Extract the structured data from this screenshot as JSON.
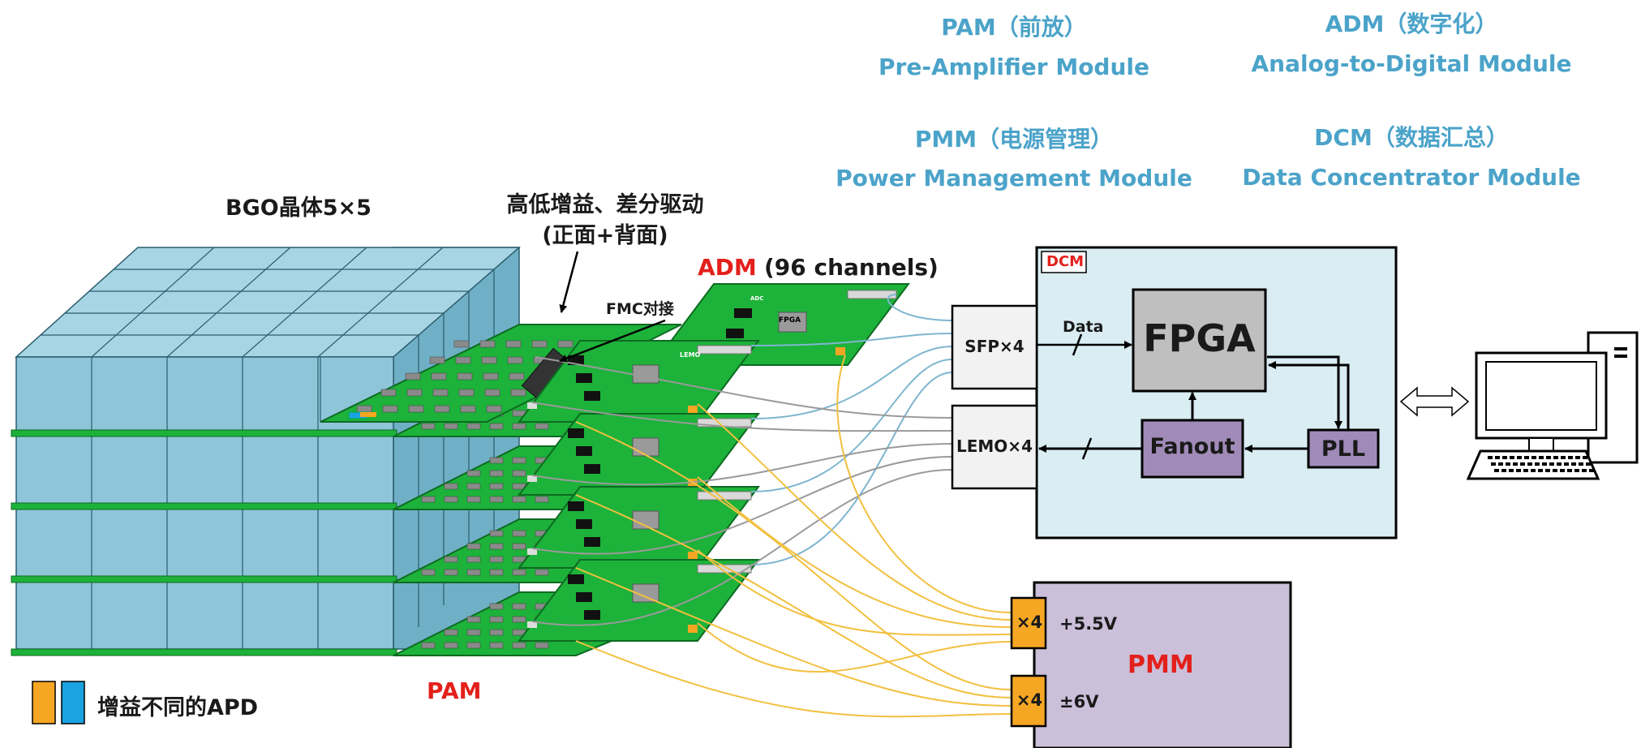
{
  "header": {
    "pam": {
      "cn": "PAM（前放）",
      "en": "Pre-Amplifier Module"
    },
    "adm": {
      "cn": "ADM（数字化）",
      "en": "Analog-to-Digital Module"
    },
    "pmm": {
      "cn": "PMM（电源管理）",
      "en": "Power Management Module"
    },
    "dcm": {
      "cn": "DCM（数据汇总）",
      "en": "Data Concentrator Module"
    }
  },
  "labels": {
    "bgo": "BGO晶体5×5",
    "gain_line1": "高低增益、差分驱动",
    "gain_line2": "(正面+背面)",
    "fmc": "FMC对接",
    "adm_name": "ADM",
    "adm_channels": "(96 channels)",
    "pam": "PAM",
    "legend_apd": "增益不同的APD"
  },
  "board": {
    "adc": "ADC",
    "fpga": "FPGA",
    "lemo": "LEMO"
  },
  "dcm": {
    "tag": "DCM",
    "sfp": "SFP×4",
    "lemo": "LEMO×4",
    "data": "Data",
    "fpga": "FPGA",
    "fanout": "Fanout",
    "pll": "PLL"
  },
  "pmm": {
    "title": "PMM",
    "x4_top": "×4",
    "x4_bottom": "×4",
    "v_top": "+5.5V",
    "v_bottom": "±6V"
  },
  "colors": {
    "header_blue": "#4BA3C9",
    "crystal_front": "#8EC5D8",
    "crystal_top": "#A7D5E4",
    "crystal_side": "#6FB0C6",
    "board_green": "#1DB23A",
    "dcm_bg": "#D9EDF3",
    "pmm_bg": "#CBBFDA",
    "fpga_gray": "#BFBFBF",
    "fanout_purple": "#A08BB8",
    "connector_orange": "#F5A623",
    "apd_blue": "#1AA3E0",
    "red": "#E3201B",
    "fiber_blue": "#7FB6CF",
    "cable_gray": "#9A9A9A",
    "power_yellow": "#F2C040"
  }
}
